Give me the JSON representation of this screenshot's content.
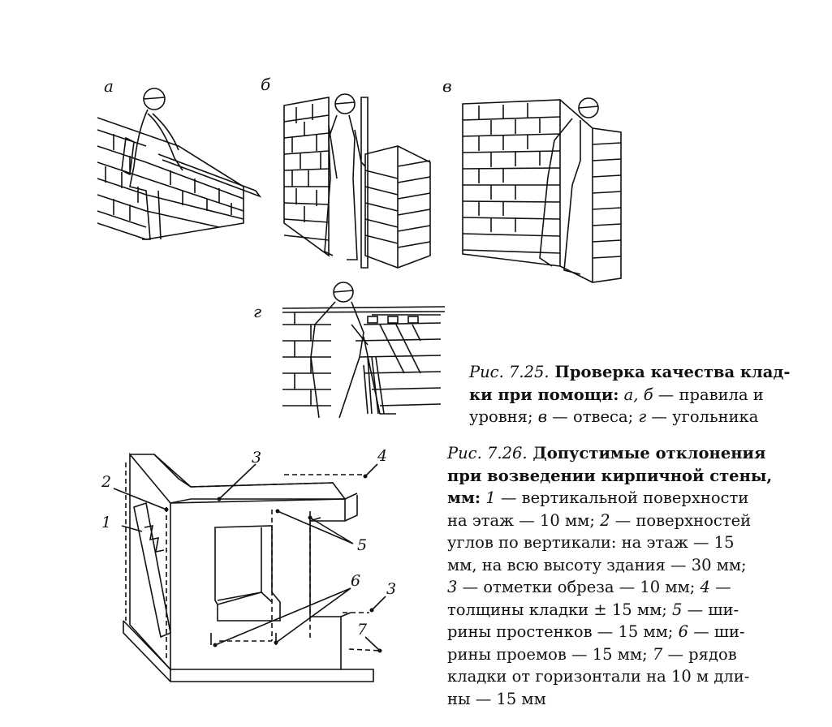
{
  "fig725": {
    "labels": {
      "a": "а",
      "b": "б",
      "v": "в",
      "g": "г"
    },
    "caption": {
      "prefix": "Рис. 7.25.",
      "title": " Проверка качества клад-",
      "line2": "ки при помощи:",
      "line2_rest_italic": " а, б",
      "line2_rest": " — правила и",
      "line3_start": "уровня;",
      "line3_v": " в",
      "line3_mid": " — отвеса;",
      "line3_g": " г",
      "line3_end": " — угольника"
    }
  },
  "fig726": {
    "numbers": [
      "1",
      "2",
      "3",
      "4",
      "5",
      "6",
      "3",
      "7"
    ],
    "caption": {
      "prefix": "Рис. 7.26.",
      "title1": " Допустимые отклонения",
      "title2": "при возведении кирпичной стены,",
      "title3": "мм:",
      "i1": " 1",
      "t1": " — вертикальной поверхности",
      "l2": "на этаж — 10 мм;",
      "i2": " 2",
      "t2": " — поверхностей",
      "l3": "углов по вертикали: на этаж — 15",
      "l4": "мм, на всю высоту здания — 30 мм;",
      "i3": "3",
      "t3": " — отметки обреза — 10 мм;",
      "i4": " 4",
      "t4": " —",
      "l6": "толщины кладки ± 15 мм;",
      "i5": " 5",
      "t5": " — ши-",
      "l7": "рины простенков — 15 мм;",
      "i6": " 6",
      "t6": " — ши-",
      "l8": "рины проемов — 15 мм;",
      "i7": " 7",
      "t7": " — рядов",
      "l9": "кладки от горизонтали на 10 м дли-",
      "l10": "ны — 15 мм"
    }
  }
}
